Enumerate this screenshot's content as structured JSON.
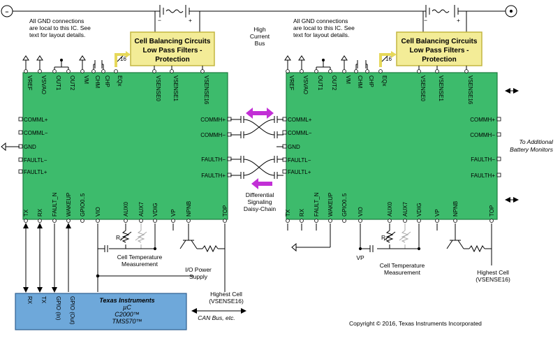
{
  "colors": {
    "chip_fill": "#3dbb6c",
    "chip_stroke": "#1c7a3e",
    "cb_fill": "#f3ec97",
    "cb_stroke": "#c3b640",
    "mcu_fill": "#6ea8da",
    "mcu_stroke": "#2f5f8f",
    "arrow_purple": "#c22fd6",
    "wire": "#000000"
  },
  "notes": {
    "gnd_left_1": "All GND connections",
    "gnd_left_2": "are local to this IC. See",
    "gnd_left_3": "text for layout details.",
    "gnd_right_1": "All GND connections",
    "gnd_right_2": "are local to this IC. See",
    "gnd_right_3": "text for layout details.",
    "bus_1": "High",
    "bus_2": "Current",
    "bus_3": "Bus",
    "daisy_1": "Differential",
    "daisy_2": "Signaling",
    "daisy_3": "Daisy-Chain",
    "additional_1": "To Additional",
    "additional_2": "Battery Monitors",
    "temp_left_1": "Cell Temperature",
    "temp_left_2": "Measurement",
    "temp_right_1": "Cell Temperature",
    "temp_right_2": "Measurement",
    "io_1": "I/O Power",
    "io_2": "Supply",
    "highest_left_1": "Highest Cell",
    "highest_left_2": "(VSENSE16)",
    "highest_right_1": "Highest Cell",
    "highest_right_2": "(VSENSE16)",
    "can": "CAN Bus, etc.",
    "vp": "VP",
    "r1_left": "R₁",
    "r1_right": "R₁",
    "copyright": "Copyright © 2016, Texas Instruments Incorporated",
    "minus": "−",
    "plus": "+",
    "bus_width_left": "16",
    "bus_width_right": "16"
  },
  "cell_balancing_left": {
    "line1": "Cell Balancing Circuits",
    "line2": "Low Pass Filters -",
    "line3": "Protection"
  },
  "cell_balancing_right": {
    "line1": "Cell Balancing Circuits",
    "line2": "Low Pass Filters -",
    "line3": "Protection"
  },
  "left_chip": {
    "top_pins": [
      "VREF",
      "VSVAO",
      "OUT1",
      "OUT2",
      "VM",
      "CHM",
      "CHP",
      "EQx",
      "VSENSE0",
      "VSENSE1",
      "VSENSE16"
    ],
    "bottom_pins": [
      "TX",
      "RX",
      "FAULT_N",
      "WAKEUP",
      "GPIO0..5",
      "VIO",
      "AUX0",
      "AUX7",
      "VDIG",
      "VP",
      "NPNB",
      "TOP"
    ],
    "left_pins": [
      "COMML+",
      "COMML−",
      "GND",
      "FAULTL−",
      "FAULTL+"
    ],
    "right_pins": [
      "COMMH+",
      "COMMH−",
      "FAULTH−",
      "FAULTH+"
    ]
  },
  "right_chip": {
    "top_pins": [
      "VREF",
      "VSVAO",
      "OUT1",
      "OUT2",
      "VM",
      "CHM",
      "CHP",
      "EQx",
      "VSENSE0",
      "VSENSE1",
      "VSENSE16"
    ],
    "bottom_pins": [
      "TX",
      "RX",
      "FAULT_N",
      "WAKEUP",
      "GPIO0..5",
      "VIO",
      "AUX0",
      "AUX7",
      "VDIG",
      "VP",
      "NPNB",
      "TOP"
    ],
    "left_pins": [
      "COMML+",
      "COMML−",
      "GND",
      "FAULTL−",
      "FAULTL+"
    ],
    "right_pins": [
      "COMMH+",
      "COMMH−",
      "FAULTH−",
      "FAULTH+"
    ]
  },
  "mcu": {
    "pins": [
      "RX",
      "TX",
      "GPIO (In)",
      "GPIO (Out)"
    ],
    "line1": "Texas Instruments",
    "line2": "µC",
    "line3": "C2000™",
    "line4": "TMS570™"
  }
}
